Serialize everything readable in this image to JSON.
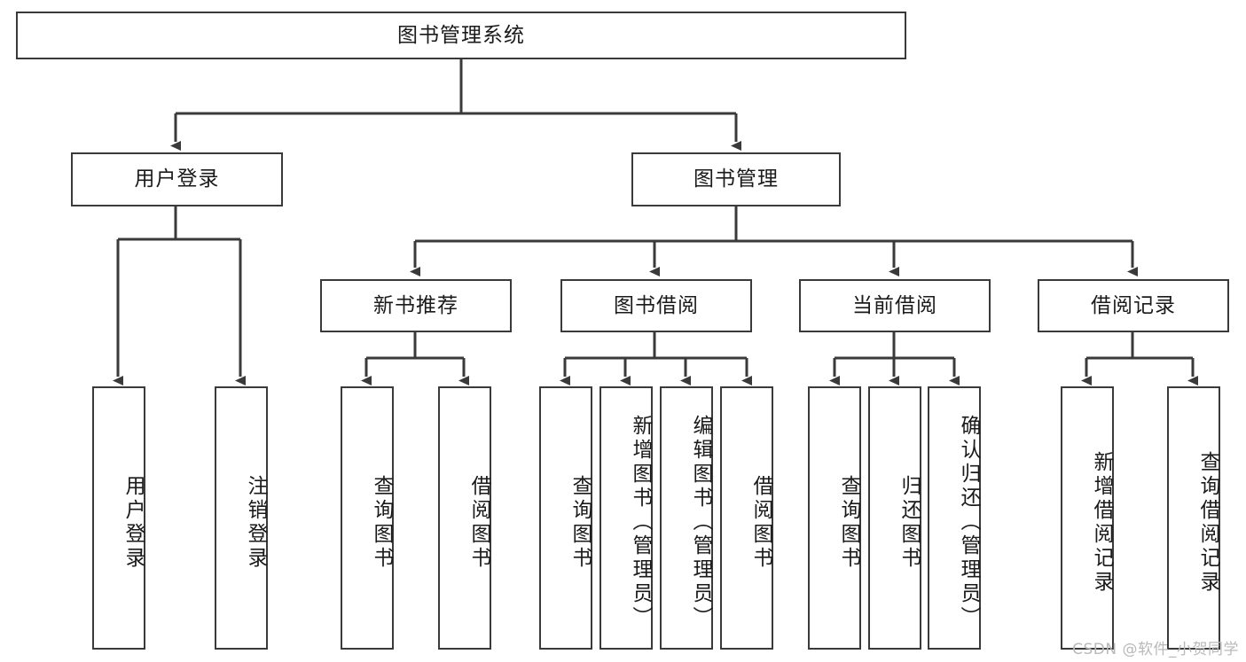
{
  "diagram": {
    "title": "图书管理系统",
    "type": "tree",
    "watermark": "CSDN @软件_小贺同学",
    "colors": {
      "background": "#ffffff",
      "border": "#3a3a3a",
      "text": "#1a1a1a",
      "edge": "#3a3a3a",
      "watermark": "#b9b9b9"
    },
    "nodes": {
      "root": {
        "label": "图书管理系统"
      },
      "level1": [
        {
          "id": "user-login",
          "label": "用户登录"
        },
        {
          "id": "book-manage",
          "label": "图书管理"
        }
      ],
      "level2": [
        {
          "id": "new-book-recommend",
          "label": "新书推荐"
        },
        {
          "id": "book-borrow",
          "label": "图书借阅"
        },
        {
          "id": "current-borrow",
          "label": "当前借阅"
        },
        {
          "id": "borrow-record",
          "label": "借阅记录"
        }
      ],
      "leaves": {
        "user-login": [
          {
            "id": "leaf-user-login",
            "label": "用户登录"
          },
          {
            "id": "leaf-logout",
            "label": "注销登录"
          }
        ],
        "new-book-recommend": [
          {
            "id": "leaf-query-book-1",
            "label": "查询图书"
          },
          {
            "id": "leaf-borrow-book-1",
            "label": "借阅图书"
          }
        ],
        "book-borrow": [
          {
            "id": "leaf-query-book-2",
            "label": "查询图书"
          },
          {
            "id": "leaf-add-book",
            "label": "新增图书（管理员）"
          },
          {
            "id": "leaf-edit-book",
            "label": "编辑图书（管理员）"
          },
          {
            "id": "leaf-borrow-book-2",
            "label": "借阅图书"
          }
        ],
        "current-borrow": [
          {
            "id": "leaf-query-book-3",
            "label": "查询图书"
          },
          {
            "id": "leaf-return-book",
            "label": "归还图书"
          },
          {
            "id": "leaf-confirm-return",
            "label": "确认归还（管理员）"
          }
        ],
        "borrow-record": [
          {
            "id": "leaf-add-record",
            "label": "新增借阅记录"
          },
          {
            "id": "leaf-query-record",
            "label": "查询借阅记录"
          }
        ]
      }
    }
  }
}
